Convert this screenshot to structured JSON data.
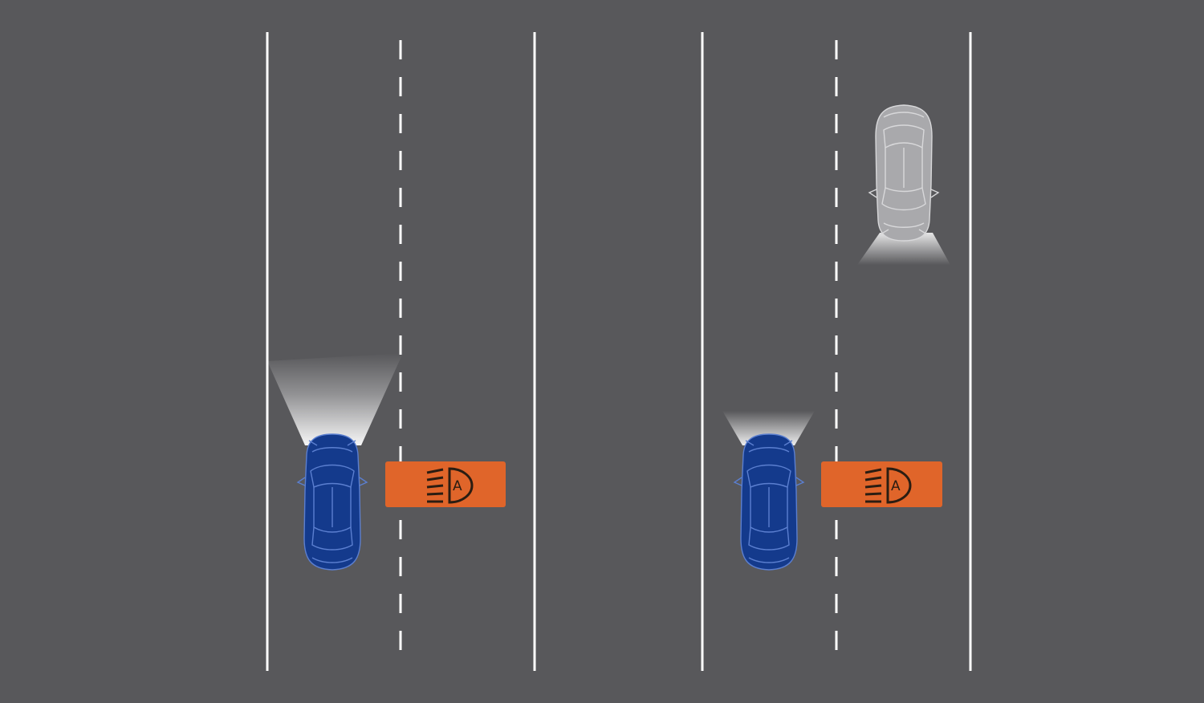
{
  "colors": {
    "road": "#58585b",
    "lane_line": "#ffffff",
    "ego_car": "#143a8c",
    "ego_car_outline": "#5b7fd0",
    "oncoming_car": "#a9a9ac",
    "oncoming_car_outline": "#d8d8da",
    "indicator_bg": "#e0652a",
    "indicator_glyph": "#2b1d12",
    "beam": "#ffffff"
  },
  "scenes": [
    {
      "name": "high-beam-no-traffic",
      "beam": "high",
      "oncoming_vehicle": false,
      "indicator": {
        "icon": "auto-high-beam-icon",
        "letter": "A"
      }
    },
    {
      "name": "low-beam-oncoming-traffic",
      "beam": "low",
      "oncoming_vehicle": true,
      "indicator": {
        "icon": "auto-high-beam-icon",
        "letter": "A"
      }
    }
  ]
}
